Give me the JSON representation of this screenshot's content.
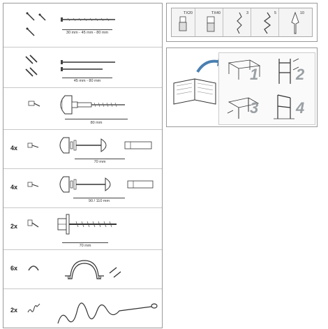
{
  "hardware_rows": [
    {
      "qty": "",
      "dimension": "30 mm - 45 mm - 80 mm",
      "item": "wood-screws"
    },
    {
      "qty": "",
      "dimension": "45 mm - 80 mm",
      "item": "long-screws"
    },
    {
      "qty": "",
      "dimension": "80 mm",
      "item": "wall-plug-screw"
    },
    {
      "qty": "4x",
      "dimension": "70 mm",
      "item": "connector-bolt-70"
    },
    {
      "qty": "4x",
      "dimension": "90 / 110 mm",
      "item": "connector-bolt-90-110"
    },
    {
      "qty": "2x",
      "dimension": "70 mm",
      "item": "hex-lag-screw"
    },
    {
      "qty": "6x",
      "dimension": "",
      "item": "pipe-clamp"
    },
    {
      "qty": "2x",
      "dimension": "",
      "item": "ground-spiral-anchor"
    }
  ],
  "tools": [
    {
      "label": "TX20",
      "icon": "torx-bit-icon"
    },
    {
      "label": "TX40",
      "icon": "torx-bit-icon"
    },
    {
      "label": "3",
      "icon": "drill-bit-icon"
    },
    {
      "label": "5",
      "icon": "drill-bit-icon"
    },
    {
      "label": "10",
      "icon": "spade-bit-icon"
    }
  ],
  "manual_steps": [
    "1",
    "2",
    "3",
    "4"
  ],
  "colors": {
    "border": "#9a9a9a",
    "step_number": "#9aa0a4",
    "line": "#333333"
  }
}
